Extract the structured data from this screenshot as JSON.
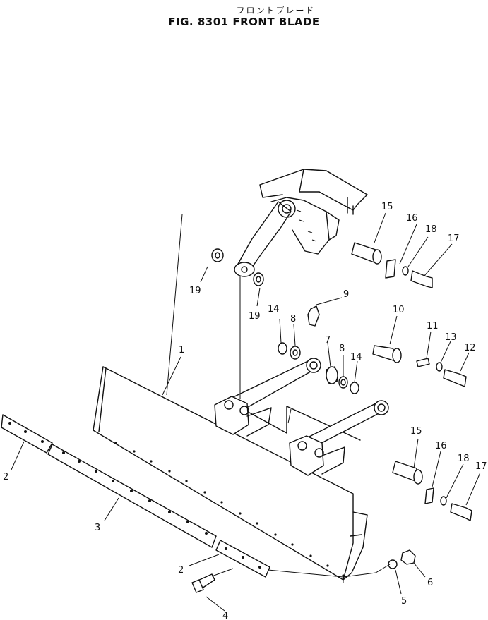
{
  "header": {
    "subtitle_jp": "フロントブレード",
    "title": "FIG. 8301  FRONT BLADE"
  },
  "callouts": {
    "c1": "1",
    "c2a": "2",
    "c2b": "2",
    "c3": "3",
    "c4": "4",
    "c5": "5",
    "c6": "6",
    "c7": "7",
    "c8a": "8",
    "c8b": "8",
    "c9": "9",
    "c10": "10",
    "c11": "11",
    "c12": "12",
    "c13": "13",
    "c14a": "14",
    "c14b": "14",
    "c15a": "15",
    "c15b": "15",
    "c16a": "16",
    "c16b": "16",
    "c17a": "17",
    "c17b": "17",
    "c18a": "18",
    "c18b": "18",
    "c19a": "19",
    "c19b": "19"
  }
}
